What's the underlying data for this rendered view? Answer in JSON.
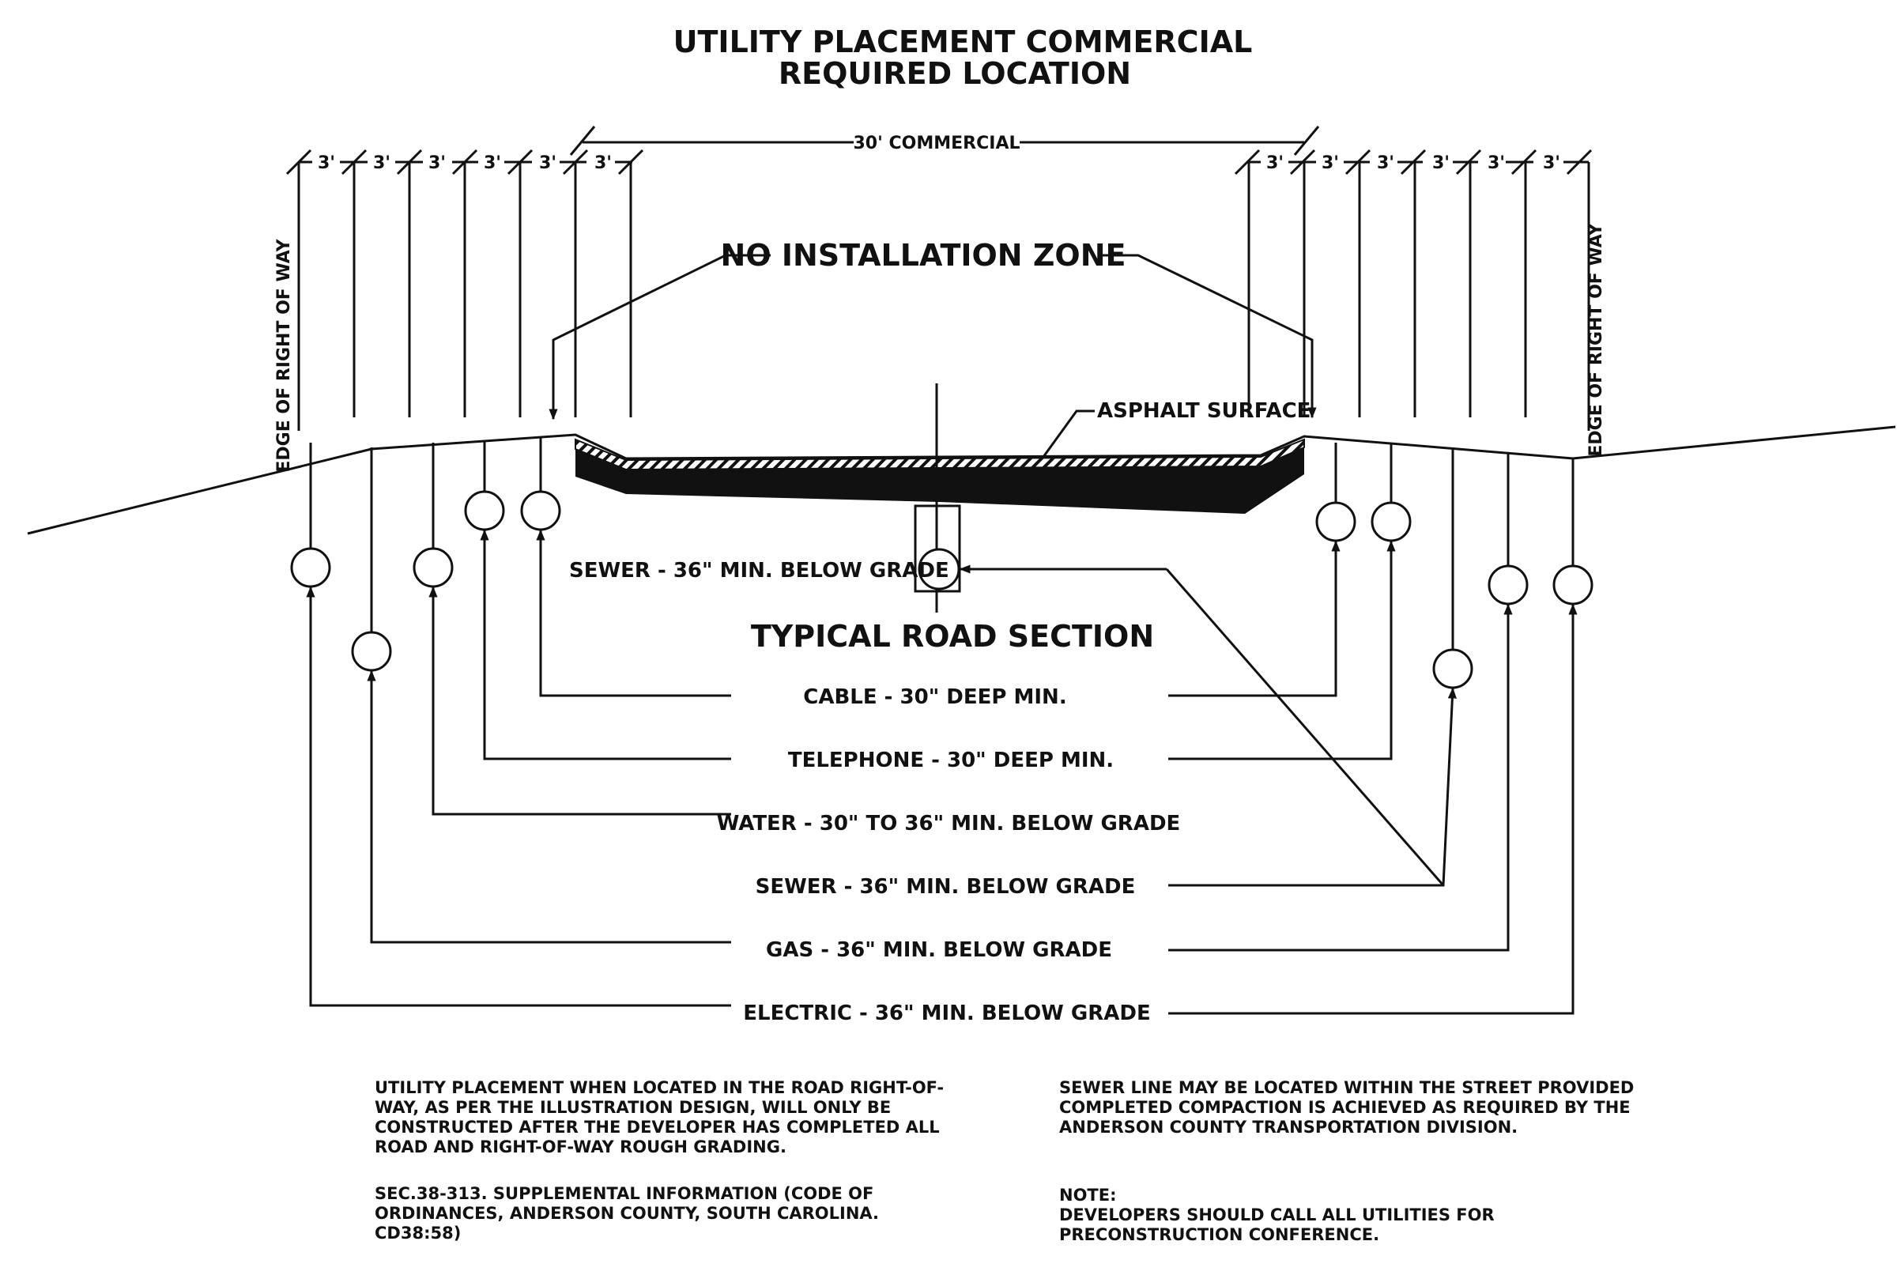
{
  "title": {
    "line1": "UTILITY PLACEMENT COMMERCIAL",
    "line2": "REQUIRED LOCATION"
  },
  "dimensions": {
    "commercial": "30' COMMERCIAL",
    "spacing": "3'"
  },
  "labels": {
    "edge_of_right_of_way": "EDGE OF RIGHT OF WAY",
    "no_installation_zone": "NO INSTALLATION ZONE",
    "asphalt_surface": "ASPHALT SURFACE",
    "sewer_center": "SEWER - 36\" MIN. BELOW GRADE",
    "typical_road_section": "TYPICAL ROAD SECTION"
  },
  "utilities": [
    {
      "key": "cable",
      "label": "CABLE - 30\" DEEP MIN."
    },
    {
      "key": "telephone",
      "label": "TELEPHONE - 30\" DEEP MIN."
    },
    {
      "key": "water",
      "label": "WATER - 30\" TO 36\" MIN. BELOW GRADE"
    },
    {
      "key": "sewer",
      "label": "SEWER - 36\" MIN. BELOW GRADE"
    },
    {
      "key": "gas",
      "label": "GAS - 36\" MIN. BELOW GRADE"
    },
    {
      "key": "electric",
      "label": "ELECTRIC - 36\" MIN. BELOW GRADE"
    }
  ],
  "notes": {
    "left1": "UTILITY PLACEMENT WHEN LOCATED IN THE ROAD RIGHT-OF-WAY, AS PER THE ILLUSTRATION DESIGN, WILL ONLY BE CONSTRUCTED AFTER THE DEVELOPER HAS COMPLETED ALL ROAD AND RIGHT-OF-WAY ROUGH GRADING.",
    "left2": "SEC.38-313. SUPPLEMENTAL INFORMATION (CODE OF ORDINANCES, ANDERSON COUNTY, SOUTH CAROLINA. CD38:58)",
    "right1": "SEWER LINE MAY BE LOCATED WITHIN THE STREET PROVIDED COMPLETED COMPACTION IS ACHIEVED AS REQUIRED BY THE ANDERSON COUNTY TRANSPORTATION DIVISION.",
    "right2_heading": "NOTE:",
    "right2_body": "DEVELOPERS SHOULD CALL ALL UTILITIES FOR PRECONSTRUCTION CONFERENCE."
  }
}
